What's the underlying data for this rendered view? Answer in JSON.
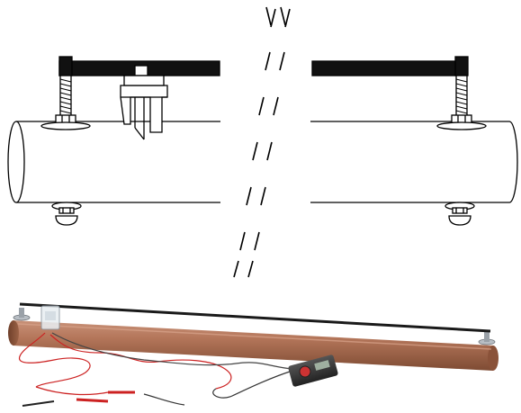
{
  "figure": {
    "parts": [
      {
        "name": "pipe",
        "icon": "cylinder-pipe"
      },
      {
        "name": "bar",
        "icon": "flat-black-bar"
      },
      {
        "name": "bolts",
        "icon": "threaded-bolt-with-nuts"
      },
      {
        "name": "clamp",
        "icon": "sliding-clamp"
      },
      {
        "name": "break-marks",
        "icon": "double-slash-break"
      }
    ],
    "photo": {
      "objects": [
        "tube",
        "wire-bar",
        "clamp",
        "multimeter",
        "leads"
      ]
    },
    "colors": {
      "line": "#000000",
      "bar": "#111111",
      "tube": "#b4765a",
      "tube_shadow": "#8a5239",
      "meter": "#3a3a3a",
      "lead_red": "#cc2222",
      "lead_dark": "#333333",
      "metal": "#b8bec4"
    }
  }
}
